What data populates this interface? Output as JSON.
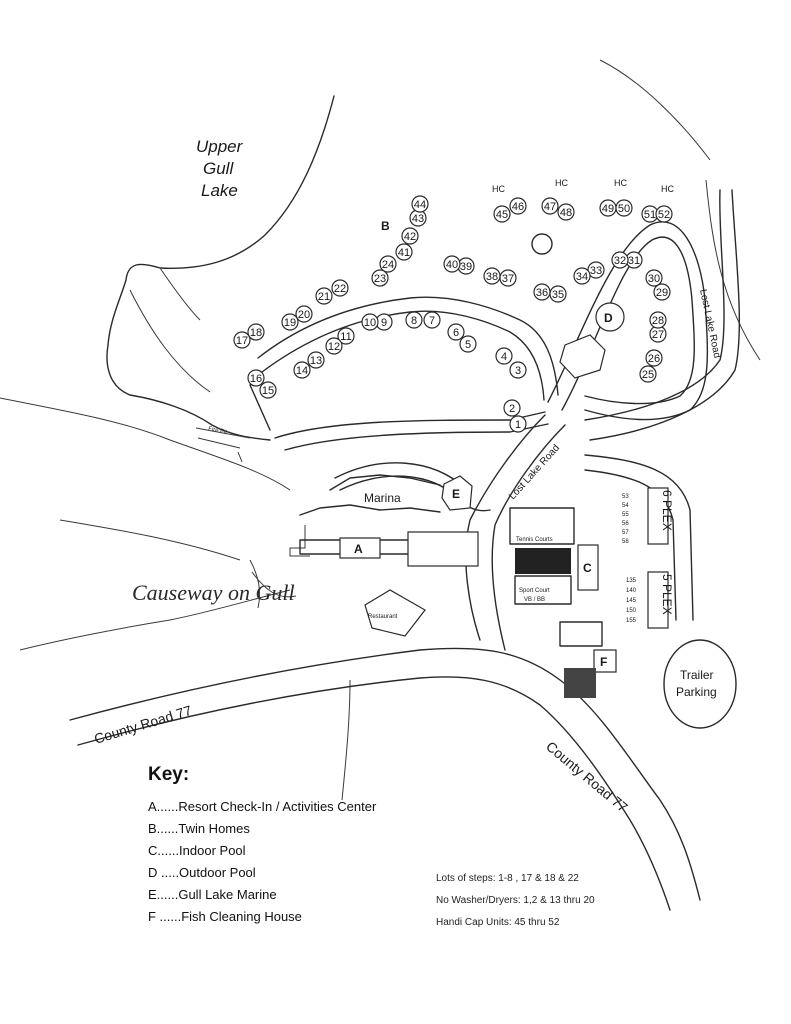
{
  "map": {
    "lake_label_lines": [
      "Upper",
      "Gull",
      "Lake"
    ],
    "logo_text": "Causeway on Gull",
    "roads": {
      "county_road_west": "County Road 77",
      "county_road_east": "County Road 77",
      "lost_lake_road_center": "Lost Lake Road",
      "lost_lake_road_east": "Lost Lake Road"
    },
    "places": {
      "marina": "Marina",
      "restaurant": "Restaurant",
      "fire_pit": "Fire Pit",
      "tennis_courts": "Tennis Courts",
      "sport_court_line1": "Sport Court",
      "sport_court_line2": "VB / BB",
      "trailer_parking_line1": "Trailer",
      "trailer_parking_line2": "Parking",
      "six_plex": "6 PLEX",
      "five_plex": "5 PLEX"
    },
    "letters": {
      "a": "A",
      "b": "B",
      "c": "C",
      "d": "D",
      "e": "E",
      "f": "F"
    },
    "hc_label": "HC",
    "six_plex_units": [
      "53",
      "54",
      "55",
      "56",
      "57",
      "58"
    ],
    "five_plex_units": [
      "135",
      "140",
      "145",
      "150",
      "155"
    ],
    "units": [
      "1",
      "2",
      "3",
      "4",
      "5",
      "6",
      "7",
      "8",
      "9",
      "10",
      "11",
      "12",
      "13",
      "14",
      "15",
      "16",
      "17",
      "18",
      "19",
      "20",
      "21",
      "22",
      "23",
      "24",
      "25",
      "26",
      "27",
      "28",
      "29",
      "30",
      "31",
      "32",
      "33",
      "34",
      "35",
      "36",
      "37",
      "38",
      "39",
      "40",
      "41",
      "42",
      "43",
      "44",
      "45",
      "46",
      "47",
      "48",
      "49",
      "50",
      "51",
      "52"
    ]
  },
  "key": {
    "title": "Key:",
    "items": [
      "A......Resort Check-In / Activities Center",
      "B......Twin Homes",
      "C......Indoor Pool",
      "D .....Outdoor Pool",
      "E......Gull Lake Marine",
      "F ......Fish Cleaning House"
    ]
  },
  "notes": [
    "Lots of steps: 1-8 , 17 & 18 & 22",
    "No Washer/Dryers: 1,2 & 13 thru 20",
    "Handi Cap Units: 45 thru 52"
  ]
}
